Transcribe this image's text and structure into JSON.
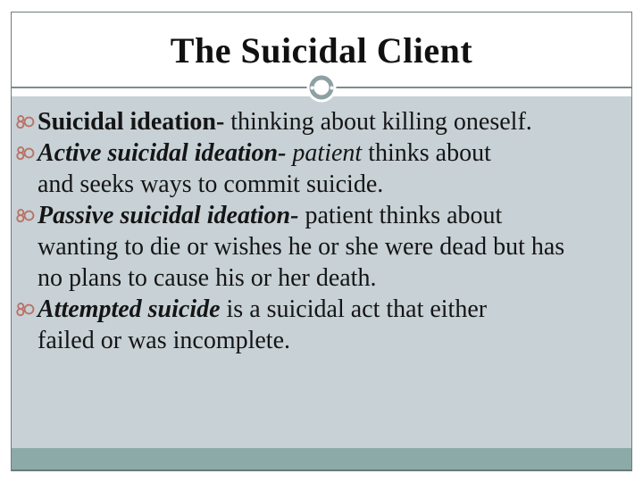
{
  "slide": {
    "title": "The Suicidal Client",
    "colors": {
      "page_background": "#ffffff",
      "slide_border": "#6f7c7f",
      "body_background": "#c7d1d6",
      "footer_band": "#8caba8",
      "divider_line": "#7f8c8f",
      "ornament_ring": "#8da1a2",
      "bullet_glyph": "#bb7265",
      "text": "#151515"
    },
    "icons": {
      "bullet": "double-loop-bullet-icon",
      "ornament": "ring-circle-ornament"
    },
    "bullets": [
      {
        "lines": [
          [
            {
              "t": "Suicidal ideation- ",
              "s": "b"
            },
            {
              "t": "thinking about killing oneself.",
              "s": "r"
            }
          ]
        ]
      },
      {
        "lines": [
          [
            {
              "t": "Active suicidal ideation- ",
              "s": "bi"
            },
            {
              "t": "patient",
              "s": "i"
            },
            {
              "t": " thinks about",
              "s": "r"
            }
          ],
          [
            {
              "t": "and seeks ways to commit suicide.",
              "s": "r"
            }
          ]
        ]
      },
      {
        "lines": [
          [
            {
              "t": "Passive suicidal ideation- ",
              "s": "bi"
            },
            {
              "t": "patient thinks about",
              "s": "r"
            }
          ],
          [
            {
              "t": "wanting to die or wishes he or she were dead but has",
              "s": "r"
            }
          ],
          [
            {
              "t": "no plans to cause his or her death.",
              "s": "r"
            }
          ]
        ]
      },
      {
        "lines": [
          [
            {
              "t": "Attempted suicide",
              "s": "bi"
            },
            {
              "t": " is a suicidal act that either",
              "s": "r"
            }
          ],
          [
            {
              "t": "failed or was incomplete.",
              "s": "r"
            }
          ]
        ]
      }
    ]
  }
}
